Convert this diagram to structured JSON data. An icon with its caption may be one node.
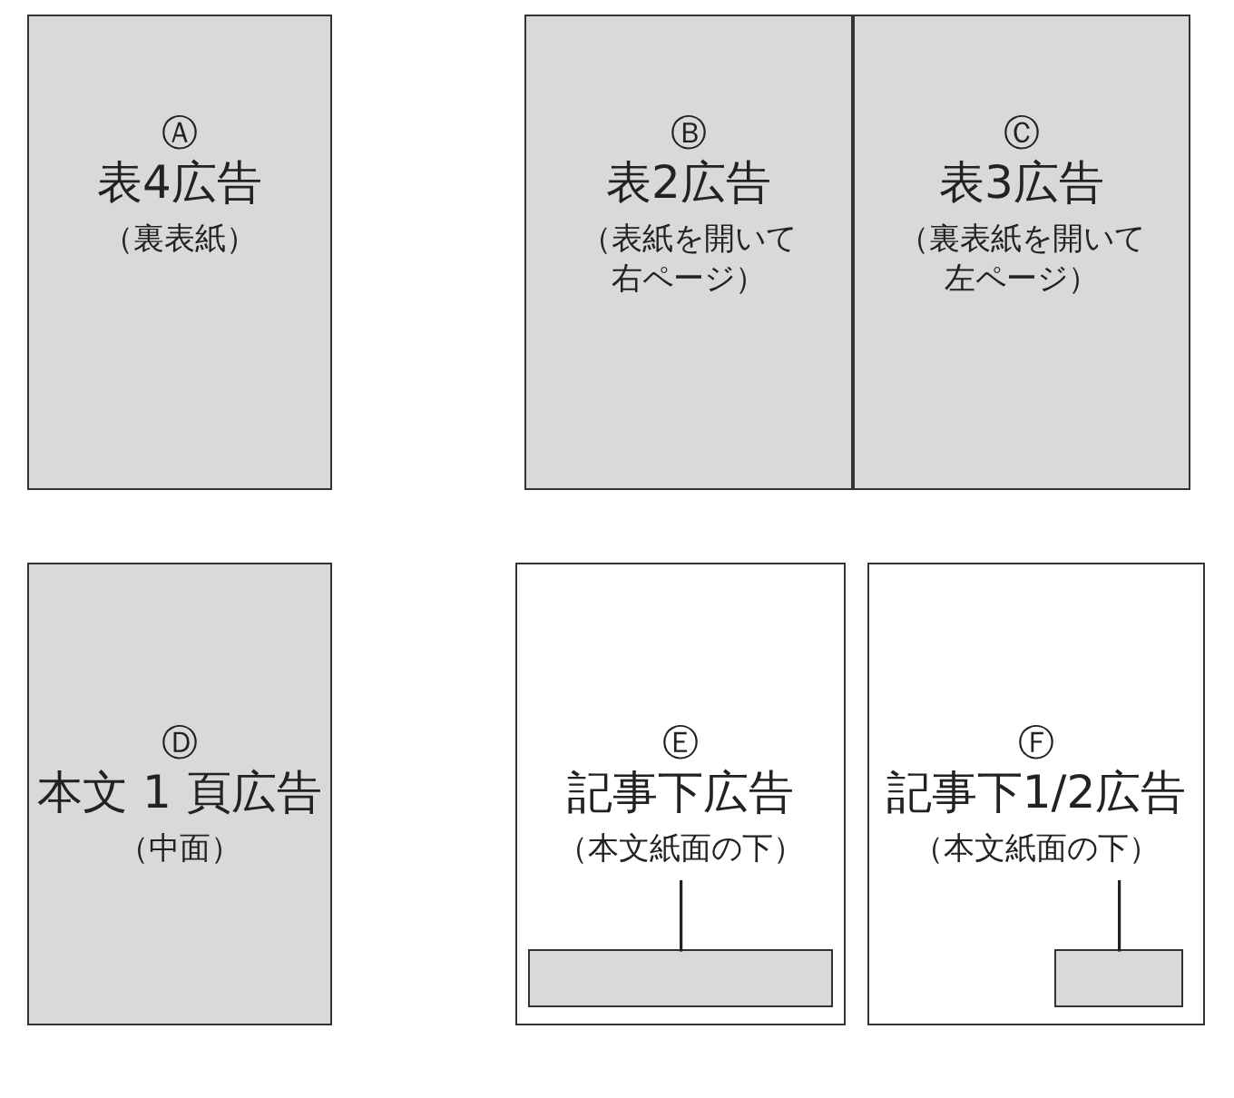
{
  "diagram": {
    "nodes": [
      {
        "text": [
          "Ⓐ",
          "表4広告",
          "（裏表紙）"
        ]
      },
      {
        "text": [
          "Ⓑ",
          "表2広告",
          "（表紙を開いて右ページ）"
        ]
      },
      {
        "text": [
          "Ⓒ",
          "表3広告",
          "（裏表紙を開いて左ページ）"
        ]
      },
      {
        "text": [
          "Ⓓ",
          "本文 1 頁広告",
          "（中面）"
        ]
      },
      {
        "text": [
          "Ⓔ",
          "記事下広告",
          "（本文紙面の下）"
        ]
      },
      {
        "text": [
          "Ⓕ",
          "記事下1/2広告",
          "（本文紙面の下）"
        ]
      },
      {
        "text": [],
        "shape": "box",
        "in": 4
      },
      {
        "text": [],
        "shape": "box",
        "in": 5
      }
    ],
    "edges": [
      {
        "from": 4,
        "to": 6,
        "arrow": "none"
      },
      {
        "from": 5,
        "to": 7,
        "arrow": "none"
      }
    ]
  }
}
